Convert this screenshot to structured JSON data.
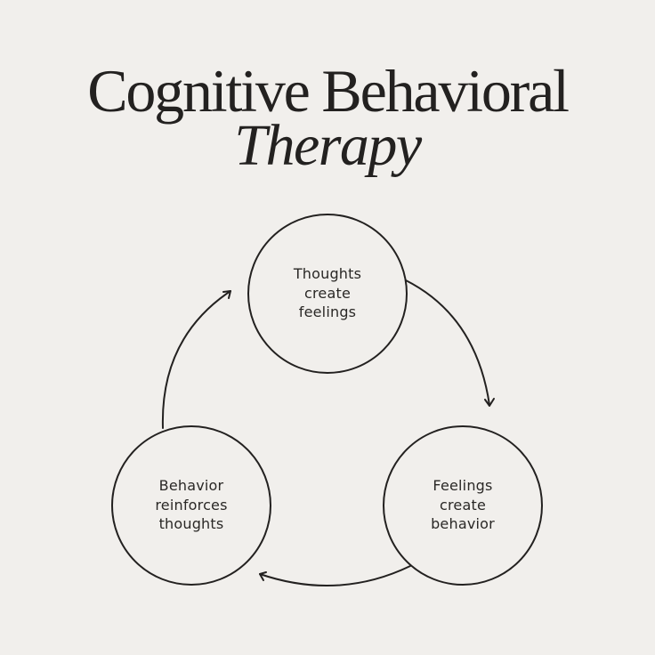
{
  "title": {
    "line1": "Cognitive Behavioral",
    "line2": "Therapy"
  },
  "cycle": {
    "direction": "clockwise",
    "nodes": [
      {
        "id": "thoughts",
        "lines": [
          "Thoughts",
          "create",
          "feelings"
        ]
      },
      {
        "id": "feelings",
        "lines": [
          "Feelings",
          "create",
          "behavior"
        ]
      },
      {
        "id": "behavior",
        "lines": [
          "Behavior",
          "reinforces",
          "thoughts"
        ]
      }
    ],
    "arrows": [
      {
        "from": "thoughts",
        "to": "feelings",
        "icon": "curved-arrow-icon"
      },
      {
        "from": "feelings",
        "to": "behavior",
        "icon": "curved-arrow-icon"
      },
      {
        "from": "behavior",
        "to": "thoughts",
        "icon": "curved-arrow-icon"
      }
    ]
  },
  "colors": {
    "background": "#f1efec",
    "ink": "#232120"
  }
}
